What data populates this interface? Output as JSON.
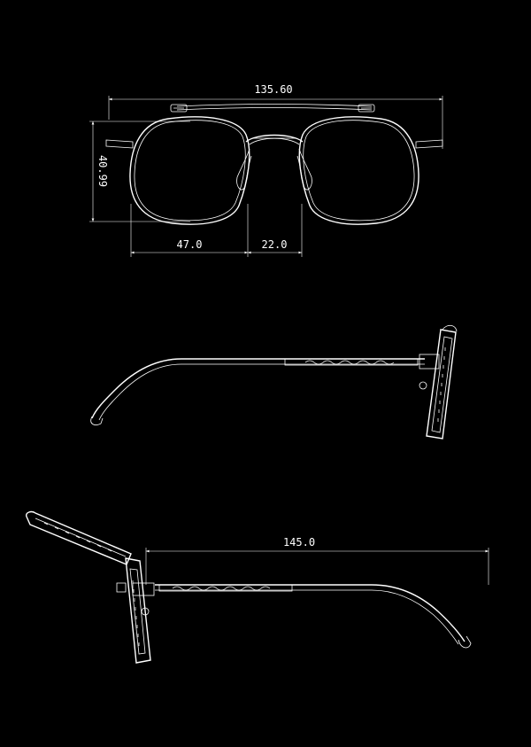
{
  "colors": {
    "background": "#000000",
    "line": "#ffffff"
  },
  "dimensions": {
    "total_width": "135.60",
    "lens_height": "40.99",
    "lens_width": "47.0",
    "bridge_width": "22.0",
    "temple_length": "145.0"
  },
  "views": {
    "front": "front-view",
    "side_closed": "side-view",
    "side_open": "side-view-lens-lifted"
  }
}
